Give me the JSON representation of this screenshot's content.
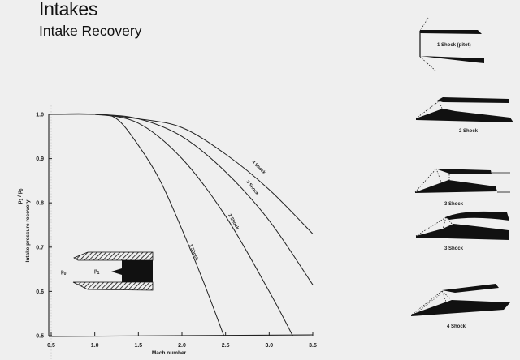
{
  "header": {
    "title": "Intakes",
    "subtitle": "Intake Recovery"
  },
  "chart_data": {
    "type": "line",
    "title": "Intake Recovery",
    "xlabel": "Mach number",
    "ylabel": "Intake pressure recovery",
    "ylabel_symbol": "p1 / p0",
    "xlim": [
      0.5,
      3.5
    ],
    "ylim": [
      0.5,
      1.0
    ],
    "xticks": [
      "0.5",
      "1.0",
      "1.5",
      "2.0",
      "2.5",
      "3.0",
      "3.5"
    ],
    "yticks": [
      "0.5",
      "0.6",
      "0.7",
      "0.8",
      "0.9",
      "1.0"
    ],
    "grid": false,
    "series": [
      {
        "name": "1 Shock",
        "x": [
          0.5,
          1.0,
          1.25,
          1.5,
          1.75,
          2.0,
          2.25,
          2.48
        ],
        "y": [
          1.0,
          1.0,
          0.99,
          0.93,
          0.85,
          0.74,
          0.62,
          0.5
        ]
      },
      {
        "name": "2 Shock",
        "x": [
          0.5,
          1.0,
          1.5,
          2.0,
          2.5,
          3.0,
          3.27
        ],
        "y": [
          1.0,
          1.0,
          0.98,
          0.9,
          0.77,
          0.6,
          0.5
        ]
      },
      {
        "name": "3 Shock",
        "x": [
          0.5,
          1.0,
          1.5,
          2.0,
          2.5,
          3.0,
          3.5
        ],
        "y": [
          1.0,
          1.0,
          0.99,
          0.95,
          0.87,
          0.76,
          0.615
        ]
      },
      {
        "name": "4 Shock",
        "x": [
          0.5,
          1.0,
          1.5,
          2.0,
          2.5,
          3.0,
          3.5
        ],
        "y": [
          1.0,
          1.0,
          0.99,
          0.97,
          0.91,
          0.83,
          0.73
        ]
      }
    ],
    "annotations": [
      "p0",
      "p1"
    ]
  },
  "diagrams": [
    {
      "label": "1  Shock (pitot)"
    },
    {
      "label": "2 Shock"
    },
    {
      "label": "3 Shock"
    },
    {
      "label": "3 Shock"
    },
    {
      "label": "4 Shock"
    }
  ],
  "inset": {
    "p0_label": "p",
    "p0_sub": "0",
    "p1_label": "p",
    "p1_sub": "1"
  }
}
